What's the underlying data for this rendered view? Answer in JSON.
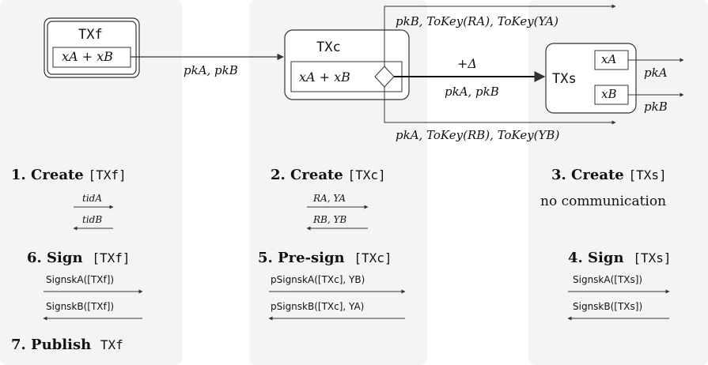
{
  "diagram": {
    "nodes": {
      "tx_f": {
        "name": "TXf",
        "inner": "xA + xB"
      },
      "tx_c": {
        "name": "TXc",
        "inner": "xA + xB"
      },
      "tx_s": {
        "name": "TXs",
        "out_a": "xA",
        "out_b": "xB"
      }
    },
    "edges": {
      "f_to_c": "pkA, pkB",
      "c_top": "pkB, ToKey(RA), ToKey(YA)",
      "c_mid_top": "+Δ",
      "c_mid_bottom": "pkA, pkB",
      "c_bottom": "pkA, ToKey(RB), ToKey(YB)",
      "s_out_a": "pkA",
      "s_out_b": "pkB"
    }
  },
  "steps": {
    "col1": {
      "step1": {
        "label": "1. Create",
        "arg": "[TXf]",
        "msg_right": "tidA",
        "msg_left": "tidB"
      },
      "step6": {
        "label": "6. Sign",
        "arg": "[TXf]",
        "msg_right": "SignskA([TXf])",
        "msg_left": "SignskB([TXf])"
      },
      "step7": {
        "label": "7. Publish",
        "arg": "TXf"
      }
    },
    "col2": {
      "step2": {
        "label": "2. Create",
        "arg": "[TXc]",
        "msg_right": "RA, YA",
        "msg_left": "RB, YB"
      },
      "step5": {
        "label": "5. Pre-sign",
        "arg": "[TXc]",
        "msg_right": "pSignskA([TXc], YB)",
        "msg_left": "pSignskB([TXc], YA)"
      }
    },
    "col3": {
      "step3": {
        "label": "3. Create",
        "arg": "[TXs]",
        "note": "no communication"
      },
      "step4": {
        "label": "4. Sign",
        "arg": "[TXs]",
        "msg_right": "SignskA([TXs])",
        "msg_left": "SignskB([TXs])"
      }
    }
  },
  "colors": {
    "panel": "#f4f4f4",
    "stroke": "#333333",
    "text": "#111111"
  }
}
